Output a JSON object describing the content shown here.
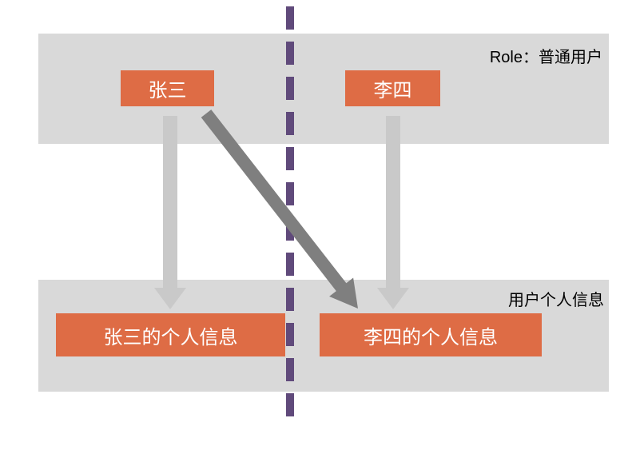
{
  "diagram": {
    "role_label": "Role：普通用户",
    "section_label": "用户个人信息",
    "actors": [
      {
        "id": "zhangsan",
        "label": "张三"
      },
      {
        "id": "lisi",
        "label": "李四"
      }
    ],
    "info_nodes": [
      {
        "id": "zhangsan-info",
        "label": "张三的个人信息"
      },
      {
        "id": "lisi-info",
        "label": "李四的个人信息"
      }
    ],
    "edges": [
      {
        "from": "张三",
        "to": "张三的个人信息",
        "style": "light-arrow"
      },
      {
        "from": "李四",
        "to": "李四的个人信息",
        "style": "light-arrow"
      },
      {
        "from": "张三",
        "to": "李四的个人信息",
        "style": "dark-arrow-cross-boundary"
      }
    ],
    "colors": {
      "band": "#d9d9d9",
      "node": "#de6c45",
      "node_text": "#ffffff",
      "label_text": "#000000",
      "arrow_light": "#c9c9c9",
      "arrow_dark": "#7f7f7f",
      "divider": "#604a7b"
    }
  }
}
